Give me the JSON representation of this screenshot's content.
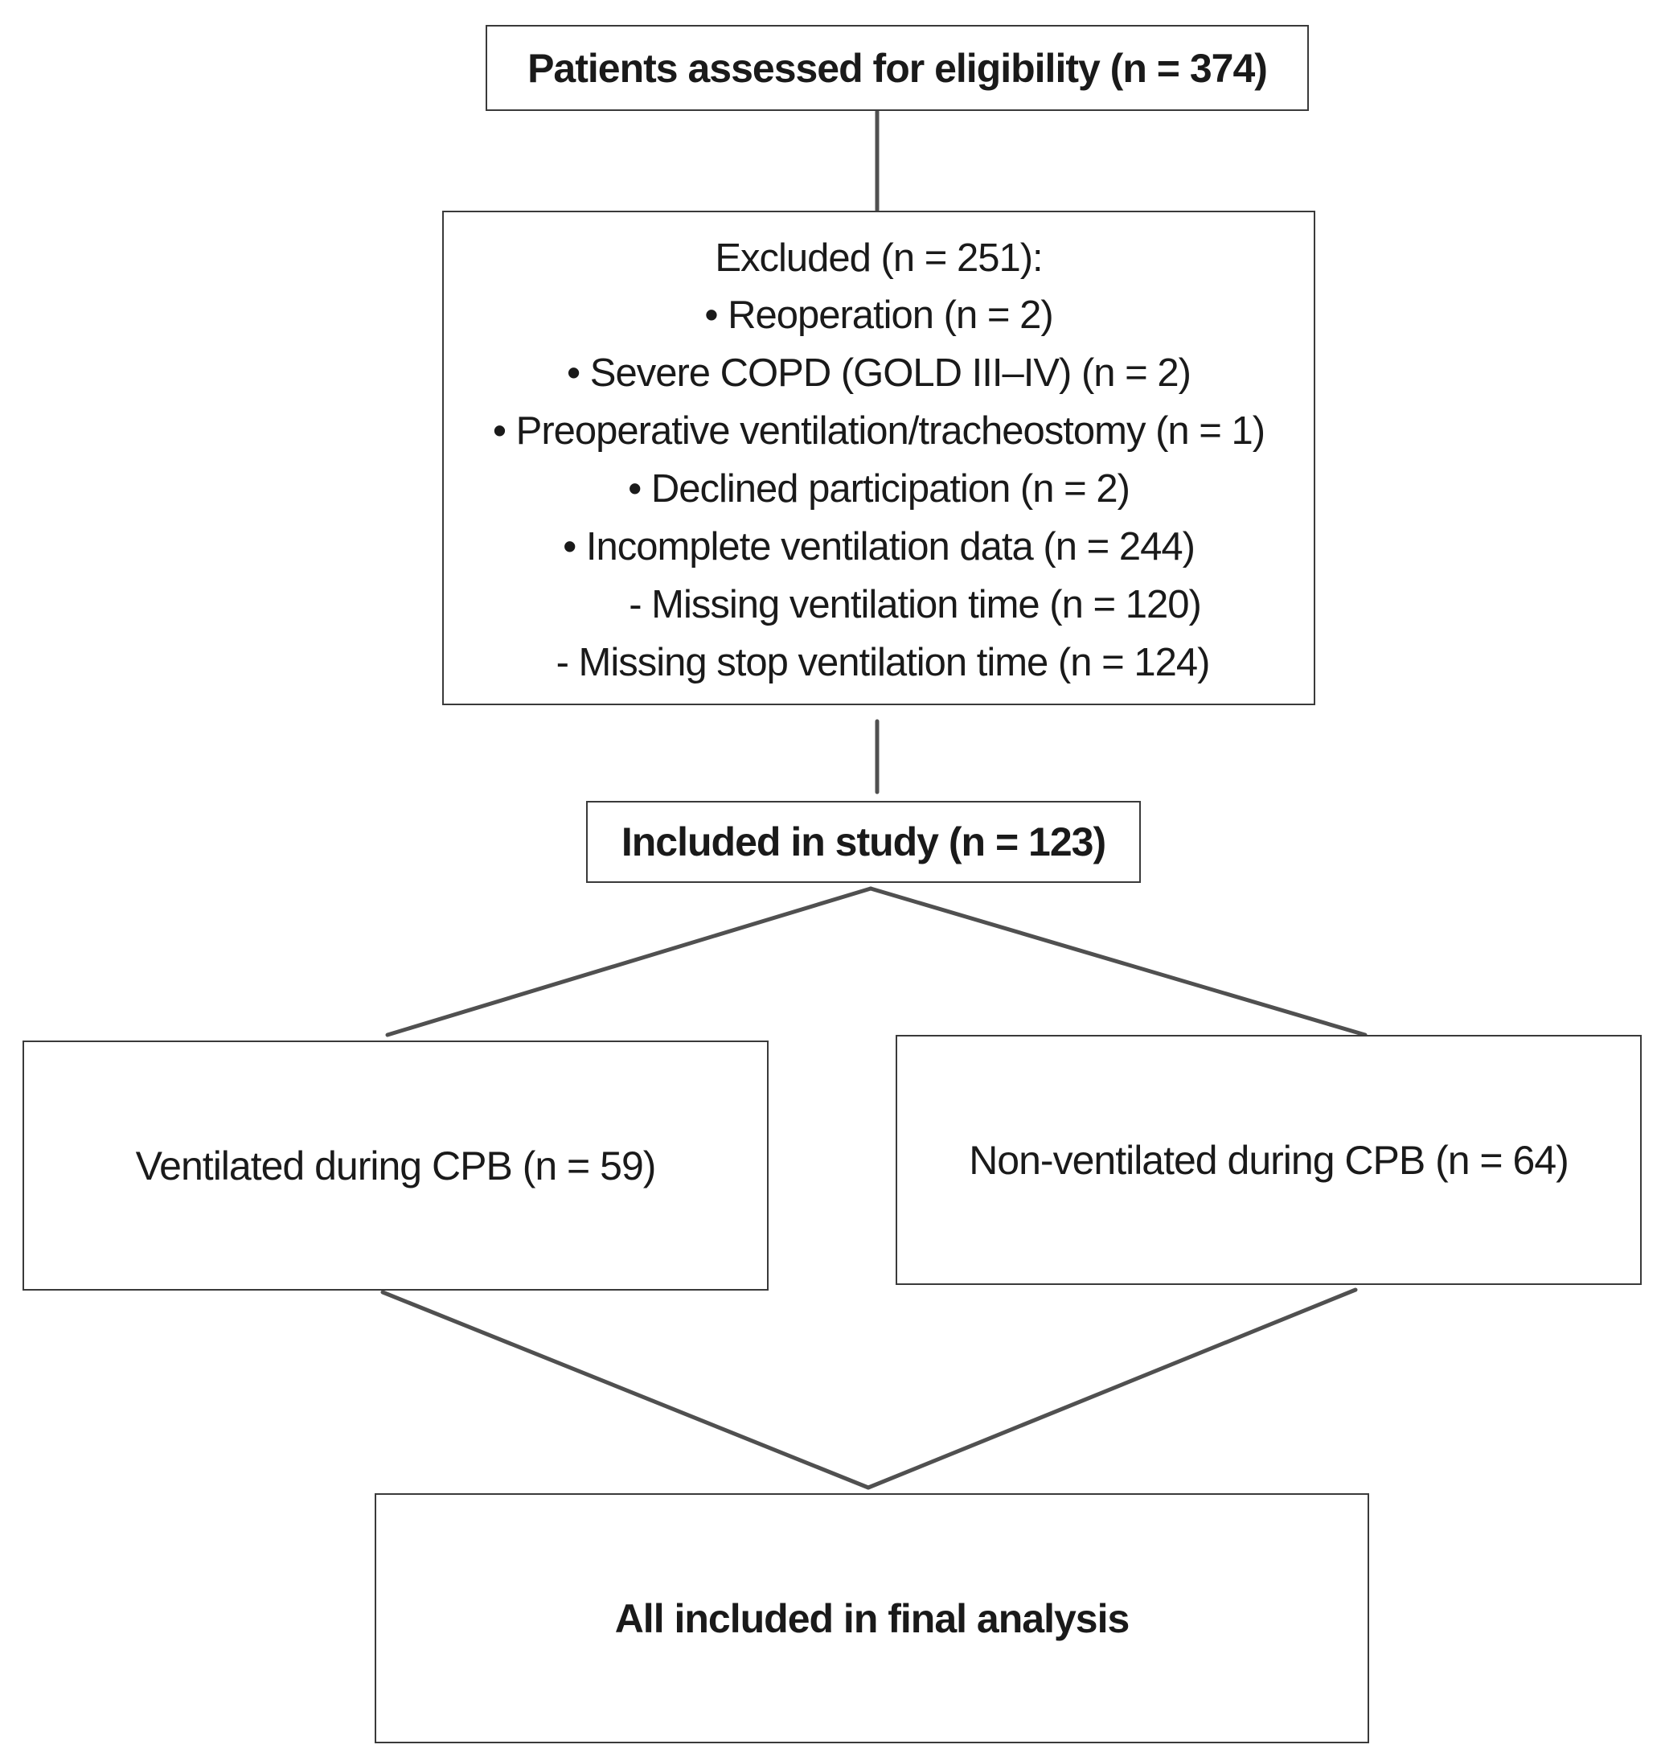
{
  "flowchart": {
    "assessed": "Patients assessed for eligibility (n = 374)",
    "excluded": {
      "title": "Excluded (n = 251):",
      "reasons": [
        "• Reoperation (n = 2)",
        "• Severe COPD (GOLD III–IV) (n = 2)",
        "• Preoperative ventilation/tracheostomy (n = 1)",
        "• Declined participation (n = 2)",
        "• Incomplete ventilation data (n = 244)"
      ],
      "sub_reasons": [
        "- Missing ventilation time (n = 120)",
        "- Missing stop ventilation time (n = 124)"
      ]
    },
    "included": "Included in study (n = 123)",
    "ventilated": "Ventilated during CPB (n = 59)",
    "non_ventilated": "Non-ventilated during CPB (n = 64)",
    "final": "All included in final analysis"
  },
  "colors": {
    "connector": "#505050",
    "box_border": "#3a3a3a",
    "text": "#1a1a1a"
  }
}
